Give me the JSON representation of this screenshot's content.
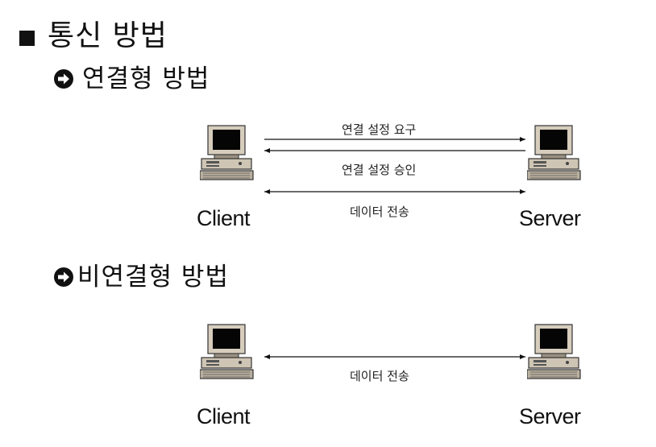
{
  "title": "통신 방법",
  "connection_oriented": {
    "heading": "연결형 방법",
    "messages": [
      {
        "label": "연결 설정 요구",
        "direction": "client-to-server"
      },
      {
        "label": "연결 설정 승인",
        "direction": "server-to-client"
      },
      {
        "label": "데이터 전송",
        "direction": "bidirectional"
      }
    ],
    "client_label": "Client",
    "server_label": "Server"
  },
  "connectionless": {
    "heading": "비연결형 방법",
    "messages": [
      {
        "label": "데이터 전송",
        "direction": "bidirectional"
      }
    ],
    "client_label": "Client",
    "server_label": "Server"
  },
  "icons": {
    "section_bullet": "square-bullet-icon",
    "sub_bullet": "circled-arrow-icon",
    "node": "desktop-computer-icon"
  }
}
